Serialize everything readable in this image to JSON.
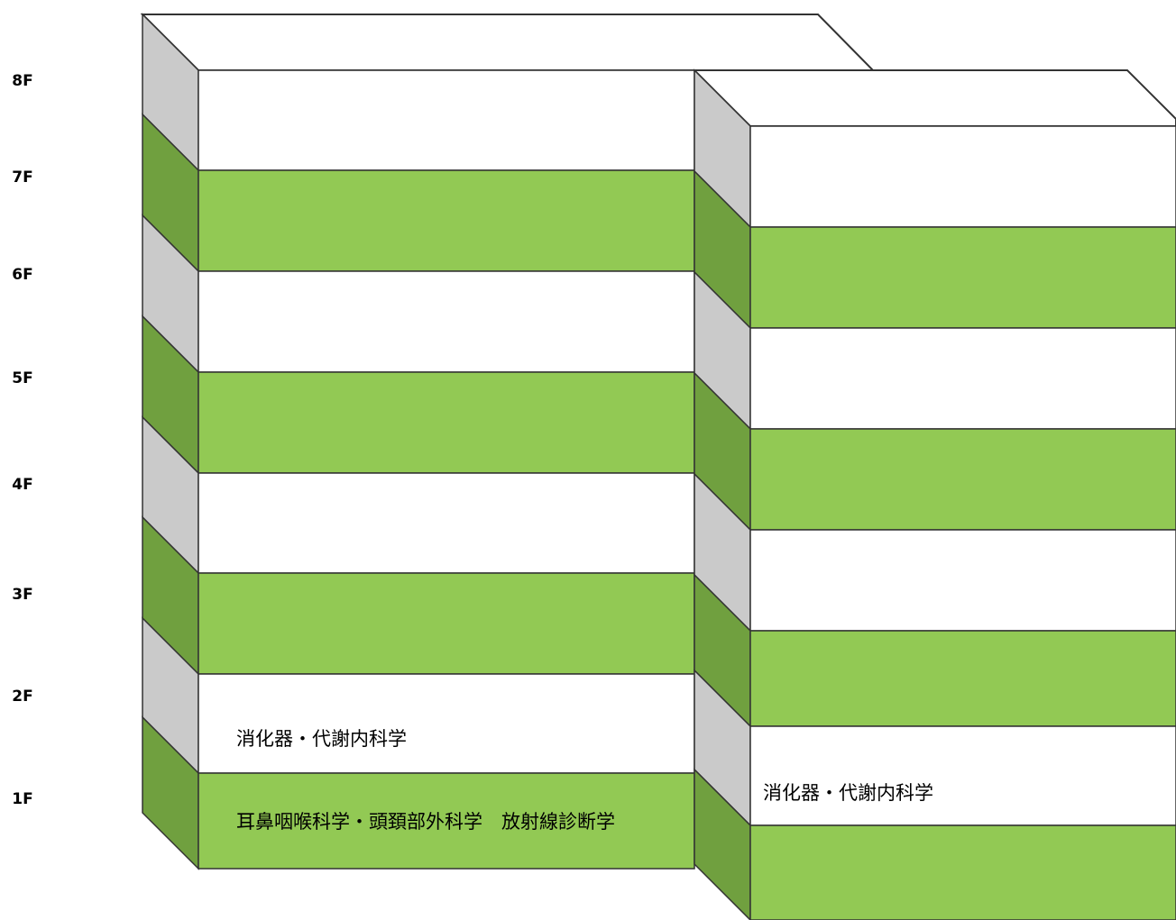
{
  "floor_labels": [
    "8F",
    "7F",
    "6F",
    "5F",
    "4F",
    "3F",
    "2F",
    "1F"
  ],
  "colors": {
    "green_face": "#92c954",
    "green_side": "#70a03f",
    "white_face": "#ffffff",
    "gray_side": "#cacaca",
    "outline": "#333333"
  },
  "left_building": {
    "floor_2_label": "消化器・代謝内科学",
    "floor_1_label": "耳鼻咽喉科学・頭頚部外科学　放射線診断学"
  },
  "right_building": {
    "floor_1_label": "消化器・代謝内科学"
  }
}
